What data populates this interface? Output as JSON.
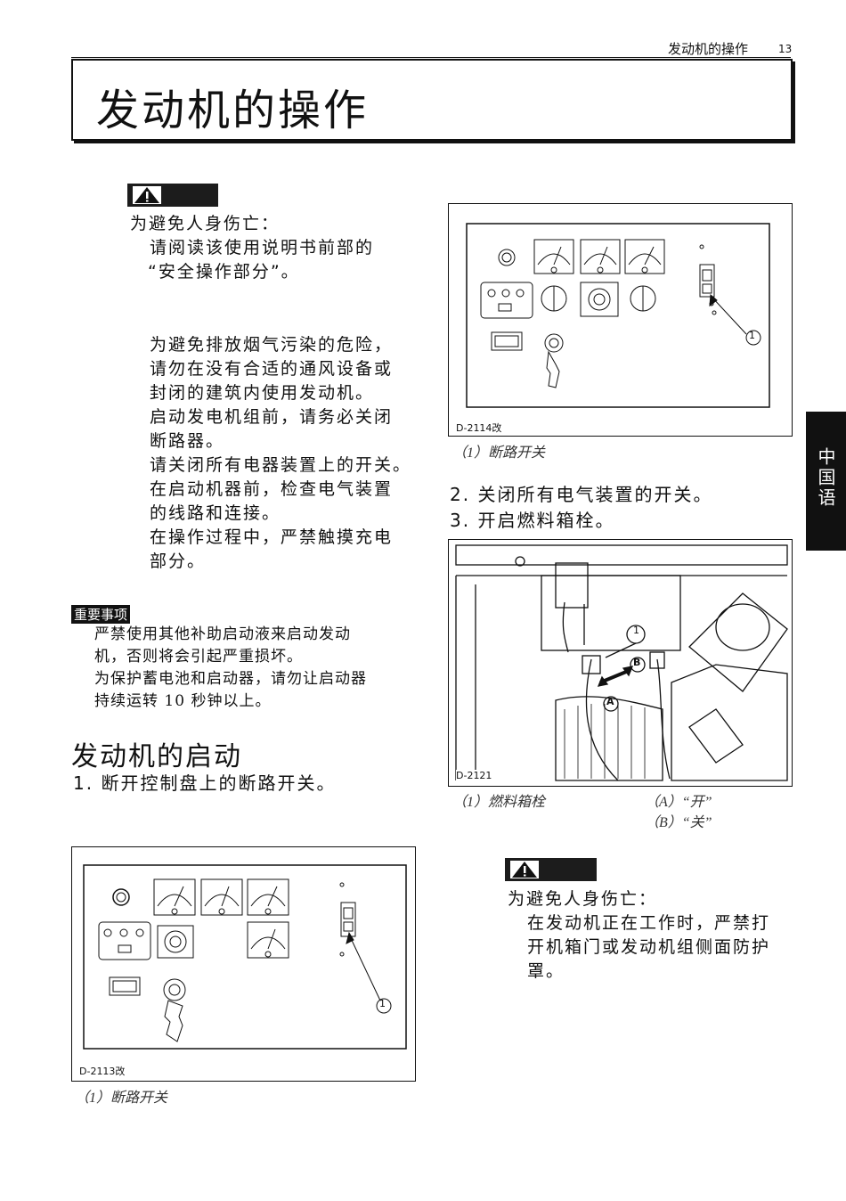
{
  "header": {
    "section": "发动机的操作",
    "page_number": "13"
  },
  "title": "发动机的操作",
  "side_tab": "中国语",
  "warning1": {
    "intro": "为避免人身伤亡：",
    "line1": "请阅读该使用说明书前部的",
    "line2": "“安全操作部分”。"
  },
  "warning2": {
    "lines": [
      "为避免排放烟气污染的危险，",
      "请勿在没有合适的通风设备或",
      "封闭的建筑内使用发动机。",
      "启动发电机组前，请务必关闭",
      "断路器。",
      "请关闭所有电器装置上的开关。",
      "在启动机器前，检查电气装置",
      "的线路和连接。",
      "在操作过程中，严禁触摸充电",
      "部分。"
    ]
  },
  "important": {
    "label": "重要事项",
    "lines": [
      "严禁使用其他补助启动液来启动发动",
      "机，否则将会引起严重损坏。",
      "为保护蓄电池和启动器，请勿让启动器",
      "持续运转 10 秒钟以上。"
    ]
  },
  "section_start": "发动机的启动",
  "step1": "1. 断开控制盘上的断路开关。",
  "figure_bottom": {
    "code": "D-2113改",
    "callout": "1",
    "caption": "（1）断路开关"
  },
  "figure_top": {
    "code": "D-2114改",
    "callout": "1",
    "caption": "（1）断路开关"
  },
  "step2": "2. 关闭所有电气装置的开关。",
  "step3": "3. 开启燃料箱栓。",
  "figure_fuel": {
    "code": "D-2121",
    "callout1": "1",
    "callout_a": "A",
    "callout_b": "B",
    "caption_main": "（1）燃料箱栓",
    "caption_a": "（A）“开”",
    "caption_b": "（B）“关”"
  },
  "warning3": {
    "intro": "为避免人身伤亡：",
    "lines": [
      "在发动机正在工作时，严禁打",
      "开机箱门或发动机组侧面防护",
      "罩。"
    ]
  }
}
